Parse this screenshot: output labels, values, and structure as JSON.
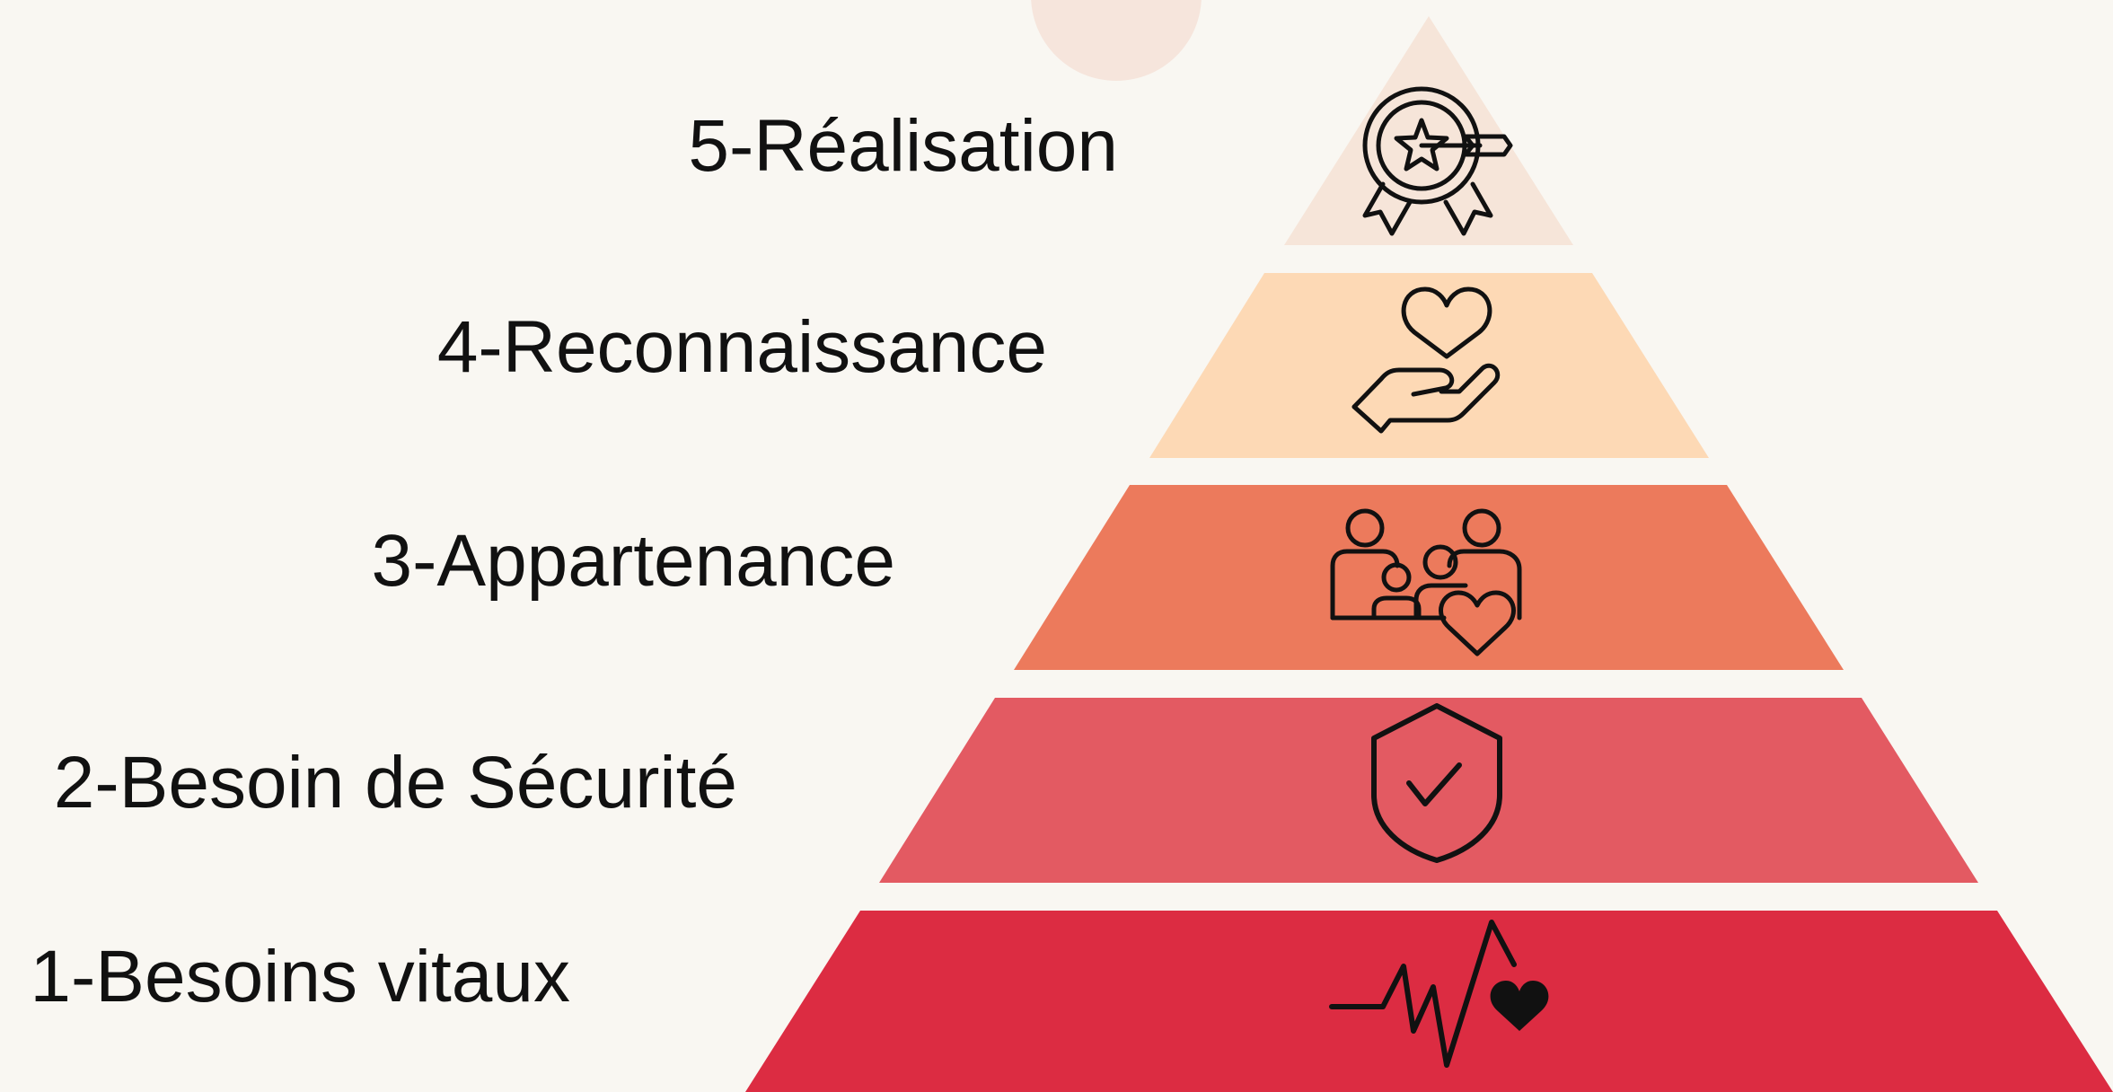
{
  "levels": [
    {
      "label": "5-Réalisation",
      "icon": "award-target-icon",
      "color": "#f6e5d9"
    },
    {
      "label": "4-Reconnaissance",
      "icon": "heart-in-hand-icon",
      "color": "#fdd9b5"
    },
    {
      "label": "3-Appartenance",
      "icon": "family-heart-icon",
      "color": "#ec7a5c"
    },
    {
      "label": "2-Besoin de Sécurité",
      "icon": "shield-check-icon",
      "color": "#e35a62"
    },
    {
      "label": "1-Besoins vitaux",
      "icon": "heartbeat-icon",
      "color": "#dc2c42"
    }
  ],
  "decor": {
    "circle_color": "#f6e5dc",
    "background": "#f9f7f2"
  }
}
